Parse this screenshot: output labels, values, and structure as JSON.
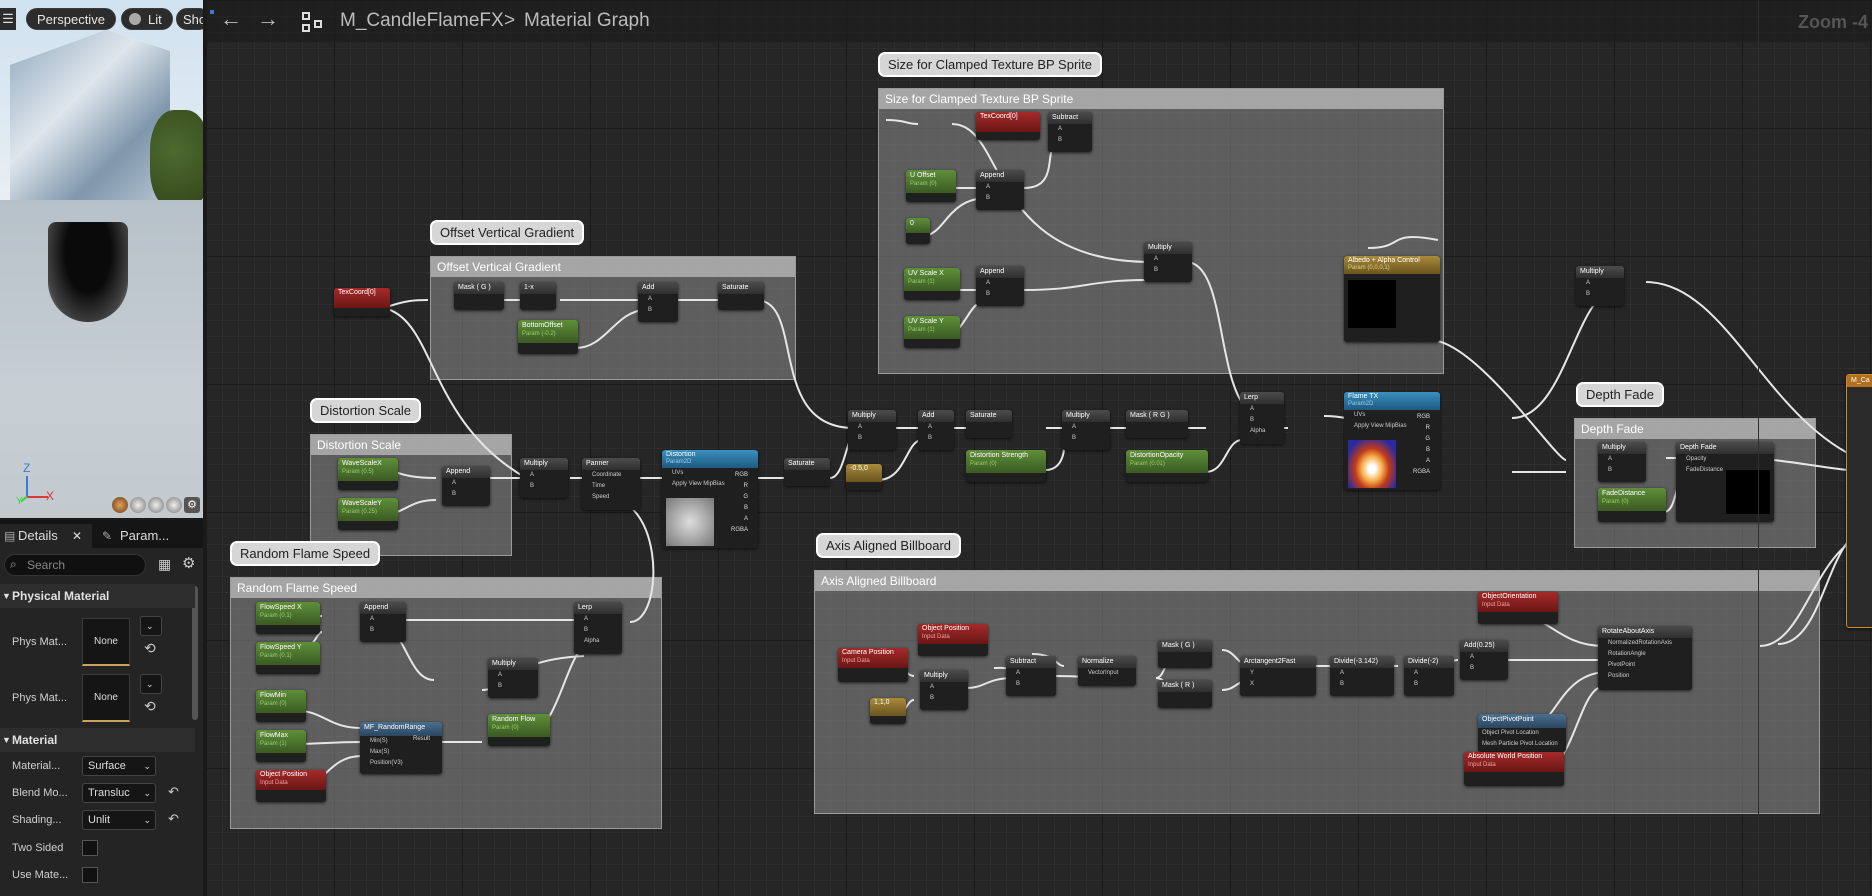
{
  "viewport": {
    "menu_icon": "hamburger-menu-icon",
    "buttons": [
      "Perspective",
      "Lit",
      "Sho"
    ],
    "axis_labels": {
      "z": "Z",
      "x": "X",
      "y": "Y"
    }
  },
  "details": {
    "tabs": [
      {
        "label": "Details",
        "icon": "close-icon"
      },
      {
        "label": "Param...",
        "icon": "brush-icon"
      }
    ],
    "search_placeholder": "Search",
    "sections": [
      {
        "title": "Physical Material",
        "props": [
          {
            "label": "Phys Mat...",
            "value": "None"
          },
          {
            "label": "Phys Mat...",
            "value": "None"
          }
        ]
      },
      {
        "title": "Material",
        "props": [
          {
            "label": "Material...",
            "value": "Surface"
          },
          {
            "label": "Blend Mo...",
            "value": "Transluc"
          },
          {
            "label": "Shading...",
            "value": "Unlit"
          },
          {
            "label": "Two Sided",
            "value": ""
          },
          {
            "label": "Use Mate...",
            "value": ""
          }
        ]
      }
    ]
  },
  "toolbar": {
    "material_name": "M_CandleFlameFX",
    "separator": ">",
    "graph_name": "Material Graph",
    "zoom": "Zoom -4"
  },
  "comments": [
    {
      "title": "Size for Clamped Texture BP Sprite"
    },
    {
      "title": "Offset Vertical Gradient"
    },
    {
      "title": "Distortion Scale"
    },
    {
      "title": "Random Flame Speed"
    },
    {
      "title": "Axis Aligned Billboard"
    },
    {
      "title": "Depth Fade"
    }
  ],
  "nodes": {
    "texcoord_a": {
      "title": "TexCoord[0]"
    },
    "subtract_a": {
      "title": "Subtract"
    },
    "u_offset": {
      "title": "U Offset",
      "sub": "Param (0)"
    },
    "append_a": {
      "title": "Append"
    },
    "zero": {
      "title": "0"
    },
    "uv_scale_x": {
      "title": "UV Scale X",
      "sub": "Param (1)"
    },
    "uv_scale_y": {
      "title": "UV Scale Y",
      "sub": "Param (1)"
    },
    "append_b": {
      "title": "Append"
    },
    "multiply_a": {
      "title": "Multiply"
    },
    "texcoord_b": {
      "title": "TexCoord[0]"
    },
    "mask_g": {
      "title": "Mask ( G )"
    },
    "one_minus": {
      "title": "1-x"
    },
    "bottom_offset": {
      "title": "BottomOffset",
      "sub": "Param (-0.2)"
    },
    "add_a": {
      "title": "Add"
    },
    "saturate_a": {
      "title": "Saturate"
    },
    "wavescale_x": {
      "title": "WaveScaleX",
      "sub": "Param (0.5)"
    },
    "wavescale_y": {
      "title": "WaveScaleY",
      "sub": "Param (0.25)"
    },
    "append_c": {
      "title": "Append"
    },
    "multiply_b": {
      "title": "Multiply"
    },
    "panner": {
      "title": "Panner",
      "pins": [
        "Coordinate",
        "Time",
        "Speed"
      ]
    },
    "distortion": {
      "title": "Distortion",
      "sub": "Param2D",
      "pins": [
        "UVs",
        "Apply View MipBias"
      ],
      "outs": [
        "RGB",
        "R",
        "G",
        "B",
        "A",
        "RGBA"
      ]
    },
    "saturate_b": {
      "title": "Saturate"
    },
    "multiply_c": {
      "title": "Multiply"
    },
    "add_b": {
      "title": "Add"
    },
    "saturate_c": {
      "title": "Saturate"
    },
    "const_half": {
      "title": "-0.5,0"
    },
    "distortion_strength": {
      "title": "Distortion Strength",
      "sub": "Param (0)"
    },
    "multiply_d": {
      "title": "Multiply"
    },
    "mask_rg": {
      "title": "Mask ( R G )"
    },
    "distortion_opacity": {
      "title": "DistortionOpacity",
      "sub": "Param (0.01)"
    },
    "lerp_a": {
      "title": "Lerp",
      "pins": [
        "A",
        "B",
        "Alpha"
      ]
    },
    "albedo_alpha": {
      "title": "Albedo + Alpha Control",
      "sub": "Param (0,0,0,1)"
    },
    "flame_tx": {
      "title": "Flame TX",
      "sub": "Param2D",
      "pins": [
        "UVs",
        "Apply View MipBias"
      ],
      "outs": [
        "RGB",
        "R",
        "G",
        "B",
        "A",
        "RGBA"
      ]
    },
    "multiply_e": {
      "title": "Multiply"
    },
    "multiply_f": {
      "title": "Multiply"
    },
    "depth_fade": {
      "title": "Depth Fade",
      "pins": [
        "Opacity",
        "FadeDistance"
      ]
    },
    "fade_distance": {
      "title": "FadeDistance",
      "sub": "Param (0)"
    },
    "flowspeed_x": {
      "title": "FlowSpeed X",
      "sub": "Param (0.1)"
    },
    "flowspeed_y": {
      "title": "FlowSpeed Y",
      "sub": "Param (0.1)"
    },
    "append_d": {
      "title": "Append"
    },
    "lerp_b": {
      "title": "Lerp",
      "pins": [
        "A",
        "B",
        "Alpha"
      ]
    },
    "multiply_g": {
      "title": "Multiply"
    },
    "flow_min": {
      "title": "FlowMin",
      "sub": "Param (0)"
    },
    "flow_max": {
      "title": "FlowMax",
      "sub": "Param (1)"
    },
    "random_range": {
      "title": "MF_RandomRange",
      "pins": [
        "Min(S)",
        "Max(S)",
        "Position(V3)"
      ],
      "outs": [
        "Result"
      ]
    },
    "random_flow": {
      "title": "Random Flow",
      "sub": "Param (0)"
    },
    "object_position_a": {
      "title": "Object Position",
      "sub": "Input Data"
    },
    "object_position_b": {
      "title": "Object Position",
      "sub": "Input Data"
    },
    "camera_position": {
      "title": "Camera Position",
      "sub": "Input Data"
    },
    "multiply_h": {
      "title": "Multiply"
    },
    "const_110": {
      "title": "1,1,0"
    },
    "subtract_b": {
      "title": "Subtract"
    },
    "normalize": {
      "title": "Normalize",
      "pins": [
        "VectorInput"
      ]
    },
    "mask_g2": {
      "title": "Mask ( G )"
    },
    "mask_r": {
      "title": "Mask ( R )"
    },
    "arctangent": {
      "title": "Arctangent2Fast",
      "pins": [
        "Y",
        "X"
      ]
    },
    "divide_a": {
      "title": "Divide(-3.142)"
    },
    "divide_b": {
      "title": "Divide(-2)"
    },
    "add_c": {
      "title": "Add(0.25)"
    },
    "object_orientation": {
      "title": "ObjectOrientation",
      "sub": "Input Data"
    },
    "rotate_about_axis": {
      "title": "RotateAboutAxis",
      "pins": [
        "NormalizedRotationAxis",
        "RotationAngle",
        "PivotPoint",
        "Position"
      ]
    },
    "object_pivot": {
      "title": "ObjectPivotPoint",
      "pins": [
        "Object Pivot Location",
        "Mesh Particle Pivot Location"
      ]
    },
    "absolute_world_position": {
      "title": "Absolute World Position",
      "sub": "Input Data"
    },
    "result_node": {
      "title": "M_Ca"
    }
  }
}
